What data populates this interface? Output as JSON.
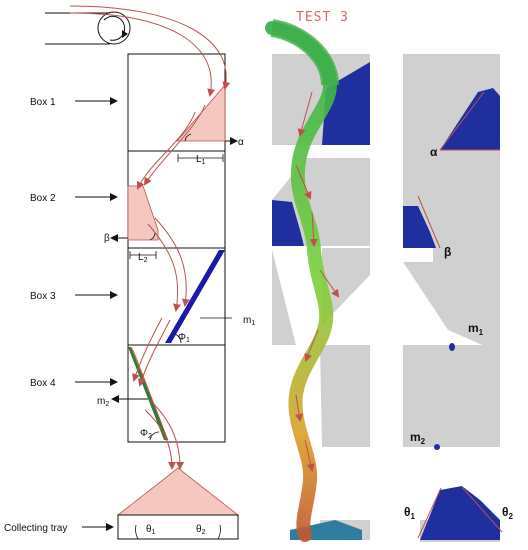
{
  "title": "TEST 3",
  "boxes": [
    "Box 1",
    "Box 2",
    "Box 3",
    "Box 4"
  ],
  "tray_label": "Collecting tray",
  "symbols": {
    "alpha": "α",
    "beta": "β",
    "L1": "L",
    "L1_sub": "1",
    "L2": "L",
    "L2_sub": "2",
    "m1": "m",
    "m1_sub": "1",
    "m2": "m",
    "m2_sub": "2",
    "phi1": "Φ",
    "phi1_sub": "1",
    "phi2": "Φ",
    "phi2_sub": "2",
    "theta1": "θ",
    "theta1_sub": "1",
    "theta2": "θ",
    "theta2_sub": "2"
  },
  "colors": {
    "flow_arrow": "#c0504d",
    "pile_fill": "#f4c7c0",
    "ramp_blue": "#1a1aa6",
    "ramp_green": "#2e7d32",
    "sim_gray": "#d0d0d0",
    "sim_blue": "#1f2f9e",
    "title_red": "#e06666"
  }
}
